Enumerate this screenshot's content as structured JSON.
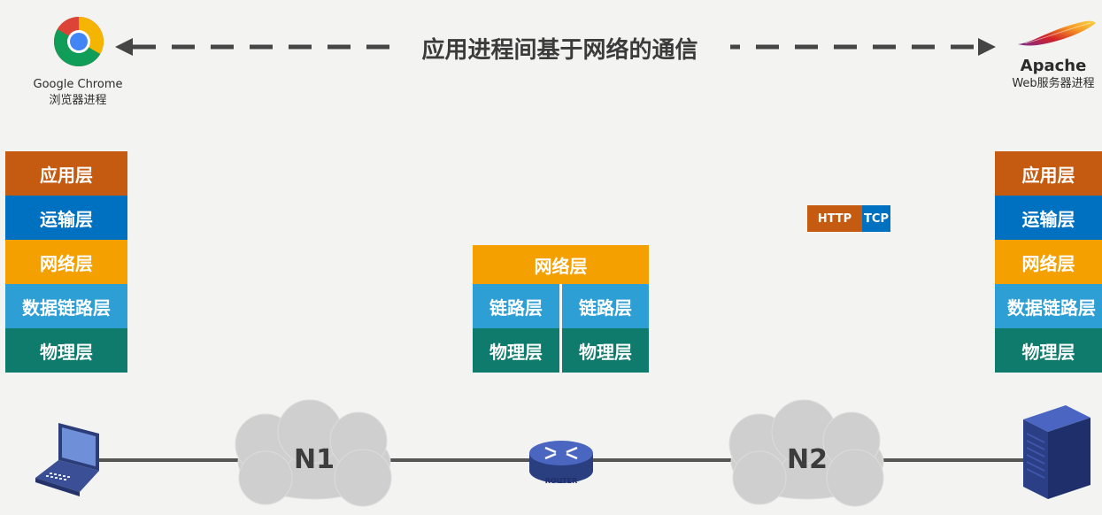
{
  "header": {
    "title": "应用进程间基于网络的通信"
  },
  "client": {
    "name": "Google Chrome",
    "subtitle": "浏览器进程"
  },
  "server": {
    "name": "Apache",
    "subtitle": "Web服务器进程"
  },
  "client_stack": [
    "应用层",
    "运输层",
    "网络层",
    "数据链路层",
    "物理层"
  ],
  "router_stack": {
    "network": "网络层",
    "link_left": "链路层",
    "link_right": "链路层",
    "physical_left": "物理层",
    "physical_right": "物理层"
  },
  "server_stack": [
    "应用层",
    "运输层",
    "网络层",
    "数据链路层",
    "物理层"
  ],
  "packet": {
    "http": "HTTP",
    "tcp": "TCP"
  },
  "network": {
    "cloud1": "N1",
    "cloud2": "N2",
    "router_label": "ROUTER"
  },
  "colors": {
    "application": "#c55a11",
    "transport": "#0070c0",
    "network": "#f4a000",
    "datalink": "#2e9fd5",
    "physical": "#0f7b6c"
  }
}
